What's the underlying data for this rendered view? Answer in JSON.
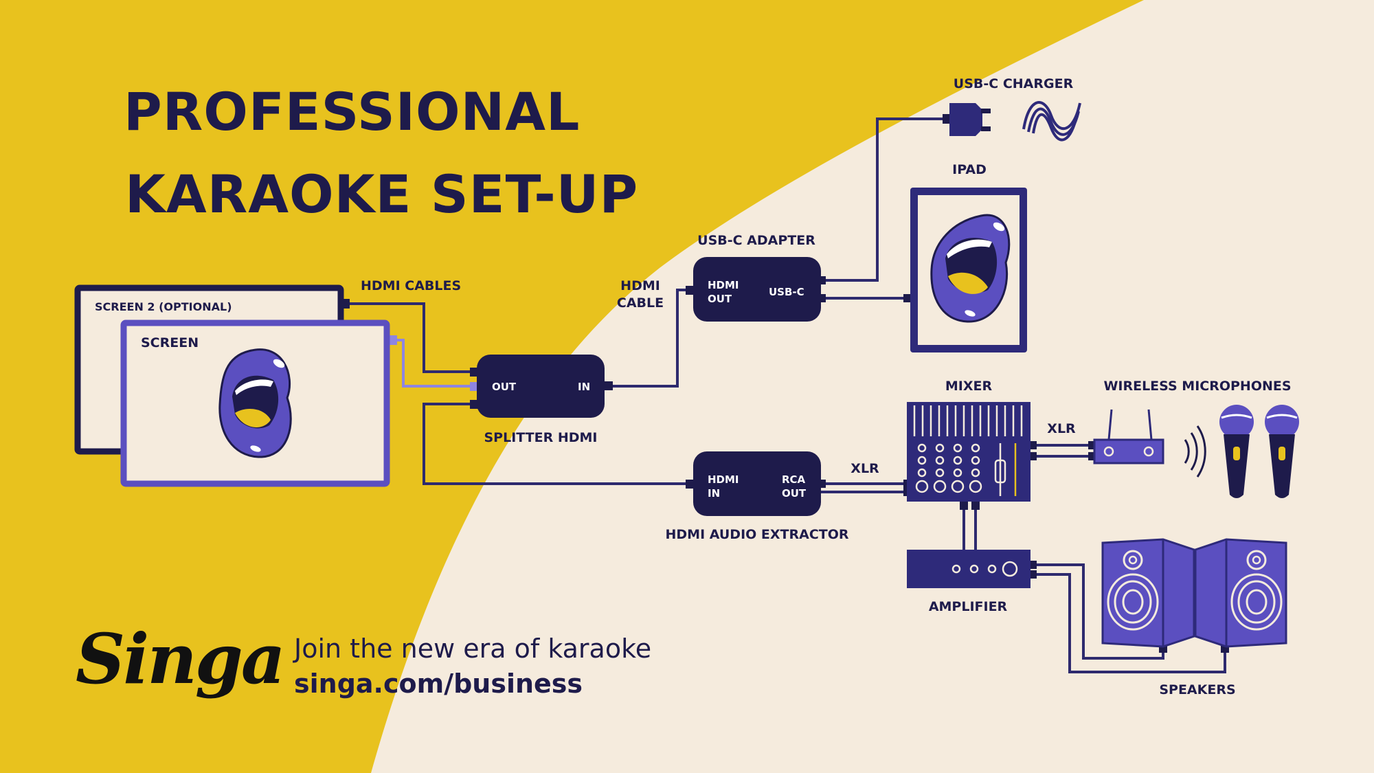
{
  "title": {
    "line1": "PROFESSIONAL",
    "line2": "KARAOKE SET-UP"
  },
  "devices": {
    "screen2_label": "SCREEN 2 (OPTIONAL)",
    "screen_label": "SCREEN",
    "hdmi_cables_label": "HDMI CABLES",
    "splitter": {
      "label": "SPLITTER HDMI",
      "port_out": "OUT",
      "port_in": "IN"
    },
    "hdmi_cable_label": {
      "line1": "HDMI",
      "line2": "CABLE"
    },
    "usbc_adapter": {
      "label": "USB-C ADAPTER",
      "port_hdmi_1": "HDMI",
      "port_hdmi_2": "OUT",
      "port_usbc": "USB-C"
    },
    "usbc_charger_label": "USB-C CHARGER",
    "ipad_label": "IPAD",
    "hdmi_audio_extractor": {
      "label": "HDMI AUDIO EXTRACTOR",
      "in_1": "HDMI",
      "in_2": "IN",
      "out_1": "RCA",
      "out_2": "OUT"
    },
    "xlr_label_1": "XLR",
    "mixer_label": "MIXER",
    "xlr_label_2": "XLR",
    "wireless_mics_label": "WIRELESS MICROPHONES",
    "amplifier_label": "AMPLIFIER",
    "speakers_label": "SPEAKERS"
  },
  "footer": {
    "logo": "Singa",
    "tagline": "Join the new era of karaoke",
    "url": "singa.com/business"
  },
  "colors": {
    "yellow": "#e8c21e",
    "cream": "#f5ebdd",
    "navy": "#1e1b4b",
    "purple": "#5b4fc0",
    "light_purple": "#8e85e0"
  }
}
